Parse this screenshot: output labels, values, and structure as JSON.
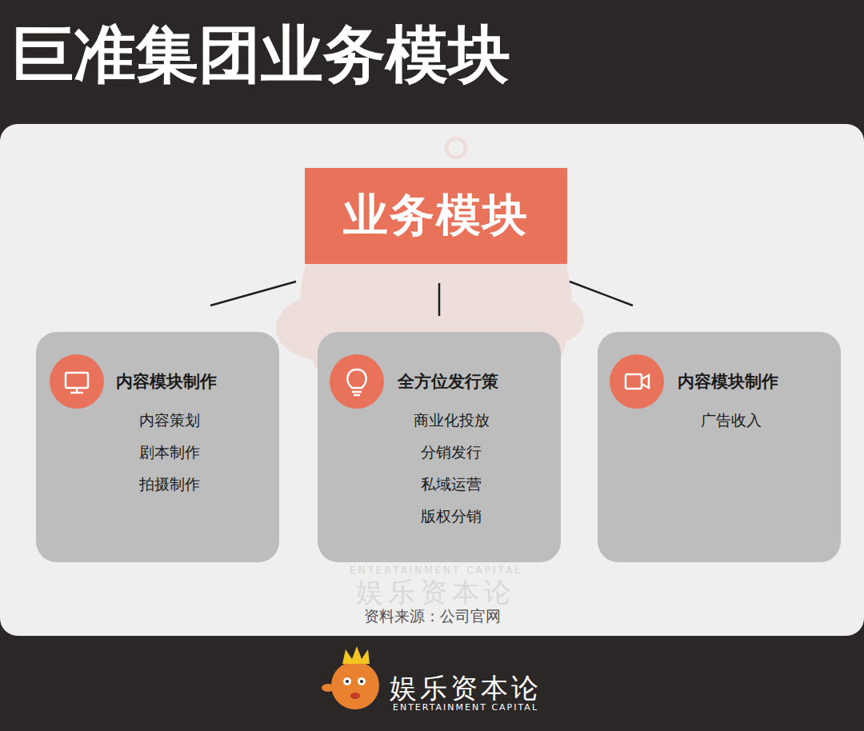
{
  "diagram": {
    "title": "巨准集团业务模块",
    "nodes": [
      {
        "text": [
          "业务模块"
        ]
      },
      {
        "text": [
          "内容模块制作",
          "内容策划",
          "剧本制作",
          "拍摄制作"
        ]
      },
      {
        "text": [
          "全方位发行策",
          "商业化投放",
          "分销发行",
          "私域运营",
          "版权分销"
        ]
      },
      {
        "text": [
          "内容模块制作",
          "广告收入"
        ]
      }
    ],
    "edges": [
      {
        "from": 0,
        "to": 1,
        "arrow": "none"
      },
      {
        "from": 0,
        "to": 2,
        "arrow": "none"
      },
      {
        "from": 0,
        "to": 3,
        "arrow": "none"
      }
    ],
    "labels": [
      "ENTERTAINMENT CAPITAL",
      "娱乐资本论",
      "资料来源：公司官网",
      "娱乐资本论",
      "ENTERTAINMENT CAPITAL"
    ]
  }
}
